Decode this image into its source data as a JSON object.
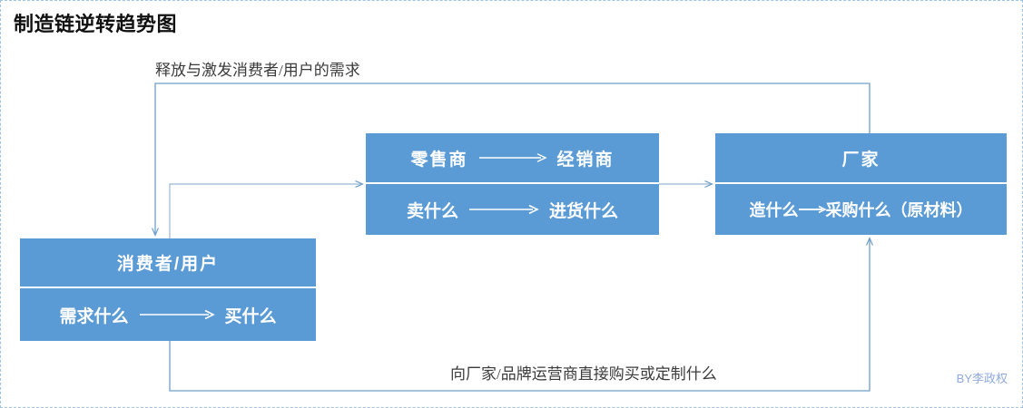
{
  "title": "制造链逆转趋势图",
  "signature": "BY李政权",
  "colors": {
    "box_fill": "#5b9bd5",
    "connector": "#6f9fc9",
    "title_text": "#111111",
    "label_text": "#3b3b3b",
    "signature_text": "#8faadc",
    "canvas_border": "#9dc3e6"
  },
  "labels": {
    "top_flow": "释放与激发消费者/用户的需求",
    "bottom_flow": "向厂家/品牌运营商直接购买或定制什么"
  },
  "nodes": {
    "consumer": {
      "head": "消费者/用户",
      "body_left": "需求什么",
      "body_right": "买什么",
      "body_arrow": "right-arrow-icon"
    },
    "retailer": {
      "head_left": "零售商",
      "head_right": "经销商",
      "head_arrow": "right-arrow-icon",
      "body_left": "卖什么",
      "body_right": "进货什么",
      "body_arrow": "right-arrow-icon"
    },
    "manufacturer": {
      "head": "厂家",
      "body_left": "造什么",
      "body_right": "采购什么（原材料）",
      "body_arrow": "right-arrow-icon"
    }
  },
  "connectors": [
    {
      "name": "manufacturer-to-consumer-feedback",
      "from": "manufacturer",
      "to": "consumer",
      "label": "释放与激发消费者/用户的需求"
    },
    {
      "name": "consumer-to-retailer",
      "from": "consumer",
      "to": "retailer",
      "label": ""
    },
    {
      "name": "retailer-to-manufacturer",
      "from": "retailer",
      "to": "manufacturer",
      "label": ""
    },
    {
      "name": "consumer-to-manufacturer-direct",
      "from": "consumer",
      "to": "manufacturer",
      "label": "向厂家/品牌运营商直接购买或定制什么"
    }
  ]
}
